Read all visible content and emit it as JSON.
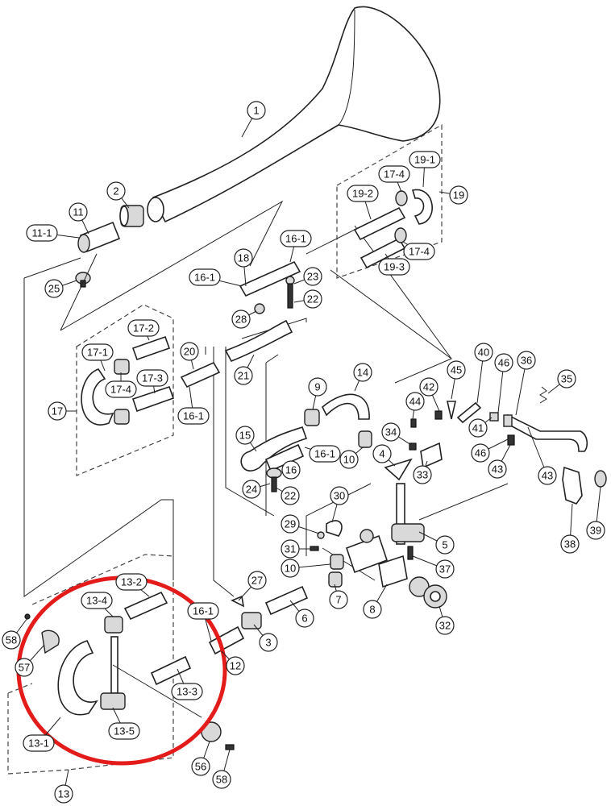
{
  "labels": {
    "p1": "1",
    "p2": "2",
    "p3": "3",
    "p4": "4",
    "p5": "5",
    "p6": "6",
    "p7": "7",
    "p8": "8",
    "p9": "9",
    "p10a": "10",
    "p10b": "10",
    "p11": "11",
    "p11_1": "11-1",
    "p12": "12",
    "p13": "13",
    "p13_1": "13-1",
    "p13_2": "13-2",
    "p13_3": "13-3",
    "p13_4": "13-4",
    "p13_5": "13-5",
    "p14": "14",
    "p15": "15",
    "p16_1a": "16-1",
    "p16_1b": "16-1",
    "p16_1c": "16-1",
    "p16_1d": "16-1",
    "p16_1e": "16-1",
    "p16": "16",
    "p17": "17",
    "p17_1": "17-1",
    "p17_2": "17-2",
    "p17_3": "17-3",
    "p17_4": "17-4",
    "p17_4b": "17-4",
    "p17_4c": "17-4",
    "p18": "18",
    "p19": "19",
    "p19_1": "19-1",
    "p19_2": "19-2",
    "p19_3": "19-3",
    "p20": "20",
    "p21": "21",
    "p22a": "22",
    "p22b": "22",
    "p23": "23",
    "p24": "24",
    "p25": "25",
    "p27": "27",
    "p28": "28",
    "p29": "29",
    "p30": "30",
    "p31": "31",
    "p32": "32",
    "p33": "33",
    "p34": "34",
    "p35": "35",
    "p36": "36",
    "p37": "37",
    "p38": "38",
    "p39": "39",
    "p40": "40",
    "p41": "41",
    "p42": "42",
    "p43a": "43",
    "p43b": "43",
    "p44": "44",
    "p45": "45",
    "p46a": "46",
    "p46b": "46",
    "p56": "56",
    "p57": "57",
    "p58a": "58",
    "p58b": "58"
  },
  "colors": {
    "line": "#222222",
    "highlight": "#e31b1b",
    "background": "#ffffff"
  }
}
